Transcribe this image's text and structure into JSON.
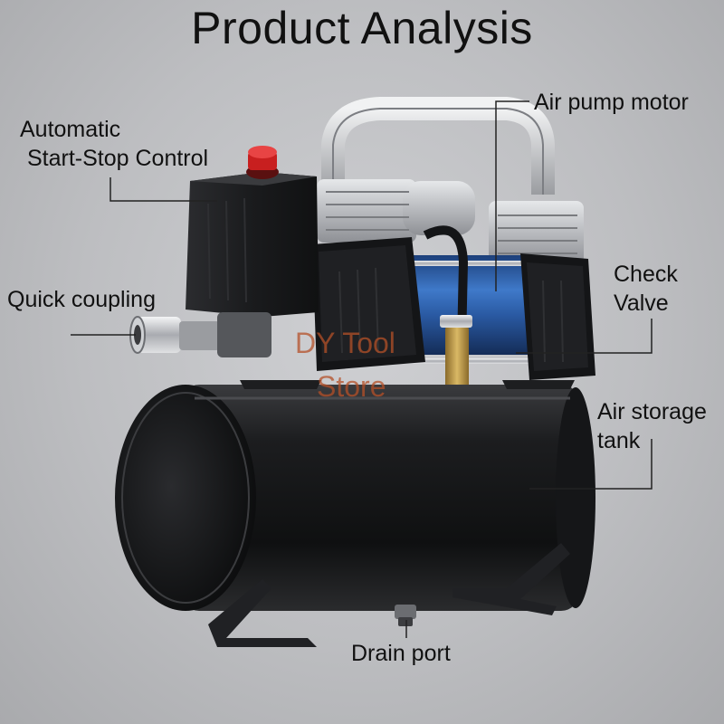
{
  "title": "Product Analysis",
  "labels": {
    "automatic_line1": "Automatic",
    "automatic_line2": "Start-Stop Control",
    "air_pump_motor": "Air pump motor",
    "quick_coupling": "Quick coupling",
    "check_line1": "Check",
    "check_line2": "Valve",
    "air_storage_line1": "Air storage",
    "air_storage_line2": "tank",
    "drain_port": "Drain port"
  },
  "watermark": {
    "line1": "DY Tool",
    "line2": "Store"
  },
  "colors": {
    "background": "#bdbec1",
    "tank": "#1a1b1d",
    "motor_blue": "#2e5fa8",
    "aluminum": "#c9cbce",
    "pressure_button": "#d42525",
    "watermark": "#b4502a"
  }
}
